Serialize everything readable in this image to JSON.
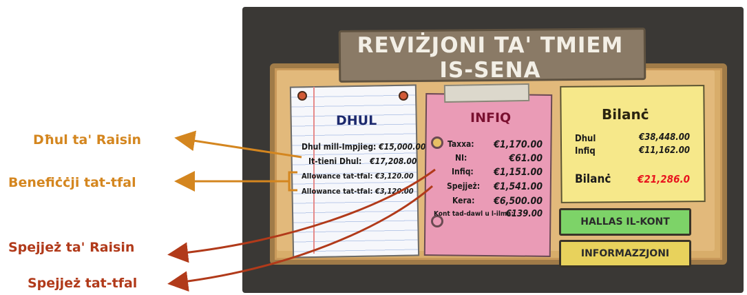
{
  "annotations": {
    "income_raisin": "Dħul ta' Raisin",
    "child_benefits": "Benefiċċji tat-tfal",
    "expenses_raisin": "Spejjeż ta' Raisin",
    "expenses_child": "Spejjeż tat-tfal"
  },
  "title": "Reviżjoni ta' Tmiem is-Sena",
  "income_panel": {
    "heading": "Dhul",
    "rows": [
      {
        "label": "Dhul mill-Impjieg:",
        "value": "€15,000.00"
      },
      {
        "label": "It-tieni Dhul:",
        "value": "€17,208.00"
      },
      {
        "label": "Allowance tat-tfal:",
        "value": "€3,120.00"
      },
      {
        "label": "Allowance tat-tfal:",
        "value": "€3,120.00"
      }
    ]
  },
  "expense_panel": {
    "heading": "Infiq",
    "rows": [
      {
        "label": "Taxxa:",
        "value": "€1,170.00"
      },
      {
        "label": "NI:",
        "value": "€61.00"
      },
      {
        "label": "Infiq:",
        "value": "€1,151.00"
      },
      {
        "label": "Spejjeż:",
        "value": "€1,541.00"
      },
      {
        "label": "Kera:",
        "value": "€6,500.00"
      },
      {
        "label": "Kont tad-dawl u l-ilma:",
        "value": "€139.00"
      }
    ]
  },
  "balance_panel": {
    "heading": "Bilanċ",
    "income_label": "Dhul",
    "income_value": "€38,448.00",
    "expense_label": "Infiq",
    "expense_value": "€11,162.00",
    "balance_label": "Bilanċ",
    "balance_value": "€21,286.0",
    "balance_color": "#e8141e"
  },
  "buttons": {
    "close_account": "Hallas il-kont",
    "information": "Informazzjoni"
  },
  "colors": {
    "annotation_orange": "#d4861f",
    "annotation_red": "#b13a1a"
  }
}
